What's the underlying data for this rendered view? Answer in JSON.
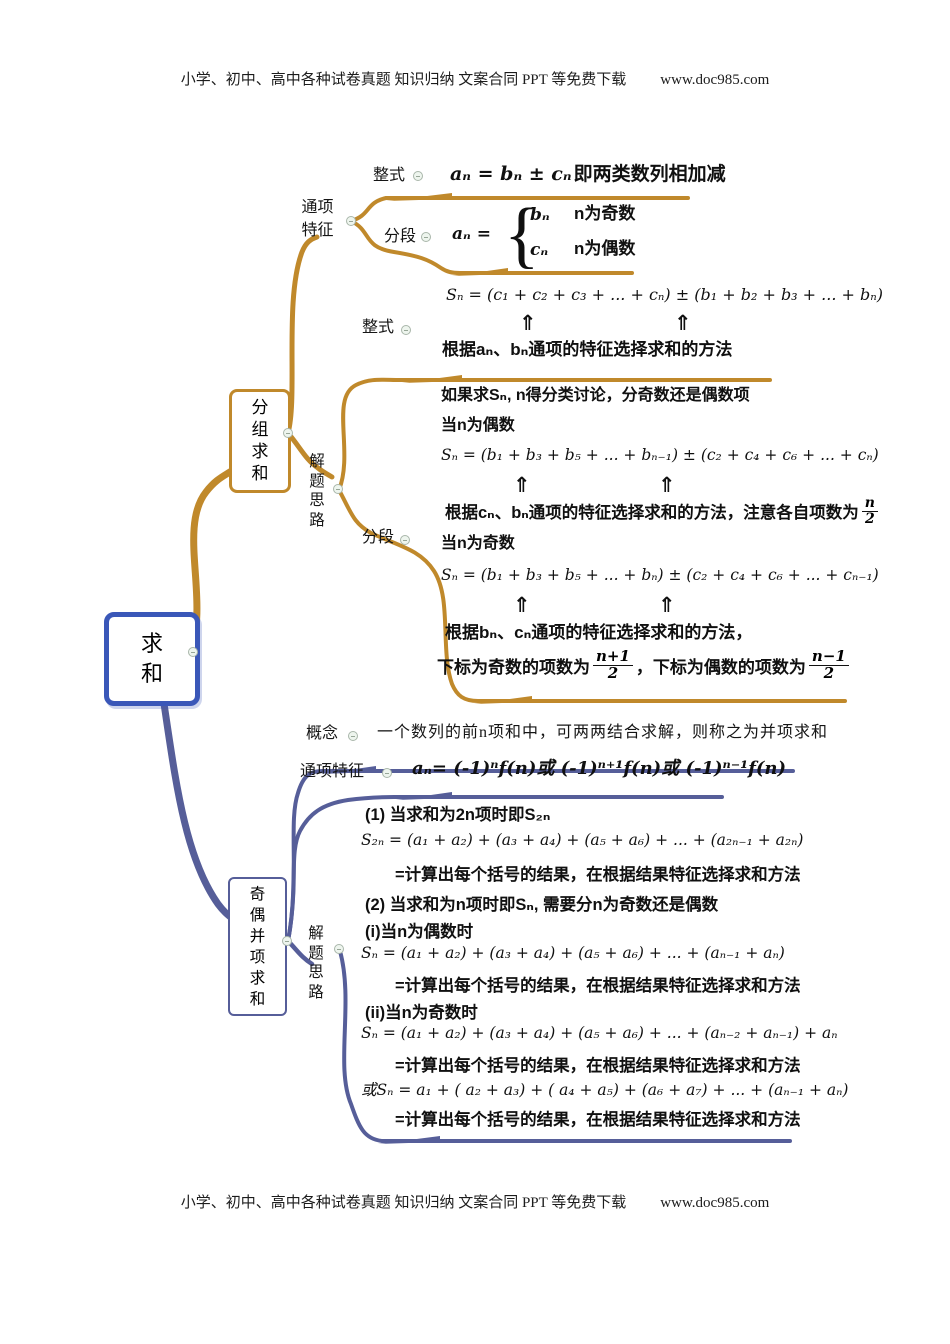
{
  "page": {
    "header_left": "小学、初中、高中各种试卷真题  知识归纳  文案合同  PPT 等免费下载",
    "header_url": "www.doc985.com"
  },
  "colors": {
    "gold": "#C0892B",
    "blue": "#565E99",
    "root_border": "#3A57B8",
    "handle_fill": "#EEF5EE"
  },
  "glyphs": {
    "up_arrow": "⇑",
    "brace": "{"
  },
  "root": {
    "label": "求和"
  },
  "group": {
    "node_label": "分组求和",
    "tx": {
      "label": "通项特征",
      "zhengshi": {
        "label": "整式",
        "formula": "aₙ = bₙ ± cₙ",
        "note": "即两类数列相加减"
      },
      "fenduan": {
        "label": "分段",
        "lhs": "aₙ =",
        "case1_expr": "bₙ",
        "case1_cond": "n为奇数",
        "case2_expr": "cₙ",
        "case2_cond": "n为偶数"
      }
    },
    "jt": {
      "label": "解题思路",
      "zhengshi": {
        "label": "整式",
        "formula": "Sₙ = (c₁ + c₂ + c₃ + ... + cₙ) ± (b₁ + b₂ + b₃ + ... + bₙ)",
        "note": "根据aₙ、bₙ通项的特征选择求和的方法"
      },
      "fenduan": {
        "label": "分段",
        "intro": "如果求Sₙ, n得分类讨论，分奇数还是偶数项",
        "even_head": "当n为偶数",
        "even_formula": "Sₙ = (b₁ + b₃ + b₅ + ... + bₙ₋₁) ± (c₂ + c₄ + c₆ + ... + cₙ)",
        "even_note": "根据cₙ、bₙ通项的特征选择求和的方法，注意各自项数为",
        "even_frac": {
          "num": "n",
          "den": "2"
        },
        "odd_head": "当n为奇数",
        "odd_formula": "Sₙ = (b₁ + b₃ + b₅ + ... + bₙ) ± (c₂ + c₄ + c₆ + ... + cₙ₋₁)",
        "odd_note": "根据bₙ、cₙ通项的特征选择求和的方法，",
        "count_prefix": "下标为奇数的项数为",
        "frac_odd": {
          "num": "n+1",
          "den": "2"
        },
        "count_mid": "，下标为偶数的项数为",
        "frac_even2": {
          "num": "n−1",
          "den": "2"
        }
      }
    }
  },
  "pair": {
    "node_label": "奇偶并项求和",
    "gainian": {
      "label": "概念",
      "text": "一个数列的前n项和中，可两两结合求解，则称之为并项求和"
    },
    "tx": {
      "label": "通项特征",
      "formula": "aₙ= (-1)ⁿf(n)或 (-1)ⁿ⁺¹f(n)或 (-1)ⁿ⁻¹f(n)"
    },
    "jt": {
      "label": "解题思路",
      "lines": [
        {
          "t": "(1) 当求和为2n项时即S₂ₙ"
        },
        {
          "t": "S₂ₙ = (a₁ + a₂) + (a₃ + a₄) + (a₅ + a₆) + ... + (a₂ₙ₋₁ + a₂ₙ)"
        },
        {
          "t": "=计算出每个括号的结果，在根据结果特征选择求和方法"
        },
        {
          "t": "(2) 当求和为n项时即Sₙ, 需要分n为奇数还是偶数"
        },
        {
          "t": "(i)当n为偶数时"
        },
        {
          "t": "Sₙ = (a₁ + a₂) + (a₃ + a₄) + (a₅ + a₆) + ... + (aₙ₋₁ + aₙ)"
        },
        {
          "t": "=计算出每个括号的结果，在根据结果特征选择求和方法"
        },
        {
          "t": "(ii)当n为奇数时"
        },
        {
          "t": "Sₙ = (a₁ + a₂) + (a₃ + a₄) + (a₅ + a₆) + ... + (aₙ₋₂ + aₙ₋₁) + aₙ"
        },
        {
          "t": "=计算出每个括号的结果，在根据结果特征选择求和方法"
        },
        {
          "t": "或Sₙ = a₁ + ( a₂ + a₃) + ( a₄ + a₅) + (a₆ + a₇) + ... + (aₙ₋₁ + aₙ)"
        },
        {
          "t": "=计算出每个括号的结果，在根据结果特征选择求和方法"
        }
      ]
    }
  }
}
